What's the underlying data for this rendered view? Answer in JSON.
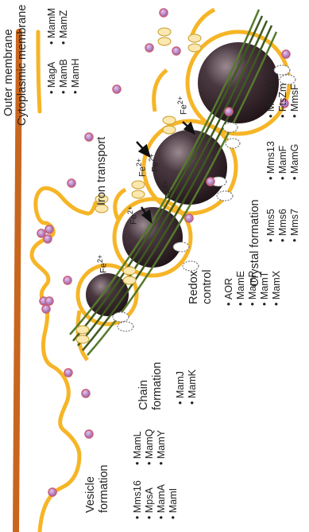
{
  "labels": {
    "outer_membrane": "Outer membrane",
    "cytoplasmic_membrane": "Cytoplasmic membrane",
    "iron_transport": "Iron transport",
    "fe": "Fe",
    "fe_charge": "2+"
  },
  "groups": {
    "vesicle": {
      "title_1": "Vesicle",
      "title_2": "formation",
      "col1": [
        "Mms16",
        "MpsA",
        "MamA",
        "MamI"
      ],
      "col2": [
        "MamL",
        "MamQ",
        "MamY"
      ]
    },
    "chain": {
      "title_1": "Chain",
      "title_2": "formation",
      "col1": [
        "MamJ",
        "MamK"
      ]
    },
    "redox": {
      "title_1": "Redox",
      "title_2": "control",
      "col1": [
        "AOR",
        "MamE",
        "MamP",
        "MamT",
        "MamX"
      ]
    },
    "crystal": {
      "title_1": "Crystal formation",
      "col1": [
        "Mms5",
        "Mms6",
        "Mms7"
      ],
      "col2": [
        "Mms13",
        "MamF",
        "MamG"
      ],
      "col3": [
        "MamO",
        "FtsZm",
        "MmsF"
      ]
    },
    "iron": {
      "col1": [
        "MagA",
        "MamB",
        "MamH"
      ],
      "col2": [
        "MamM",
        "MamZ"
      ]
    }
  },
  "colors": {
    "outer_membrane": "#c8661e",
    "cytoplasmic_membrane": "#f6b527",
    "magnetite": "#3a2a30",
    "filament": "#3d5a1f",
    "protein": "#a57ab6",
    "transporter": "#fbe8b0"
  }
}
